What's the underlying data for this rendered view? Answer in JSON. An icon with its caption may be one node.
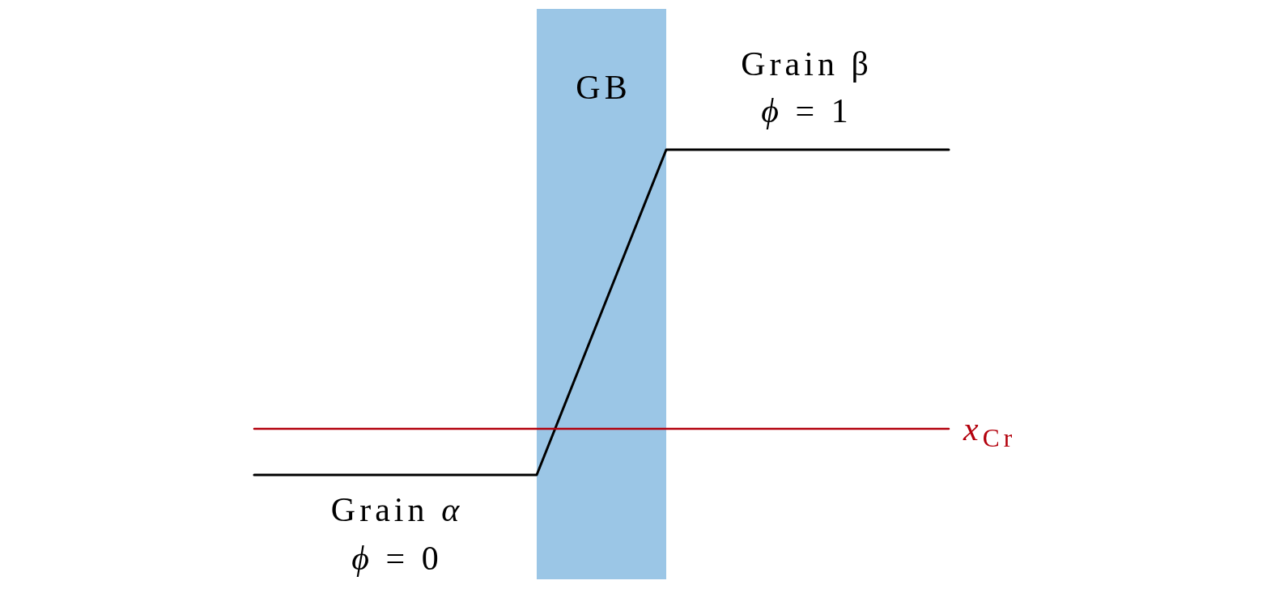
{
  "diagram": {
    "nodes": [
      {
        "text": [
          "GB"
        ]
      }
    ],
    "labels": [
      "Grain β",
      "*ϕ* = 1",
      "*x*$_{Cr}$",
      "Grain *α*",
      "*ϕ* = 0"
    ]
  }
}
